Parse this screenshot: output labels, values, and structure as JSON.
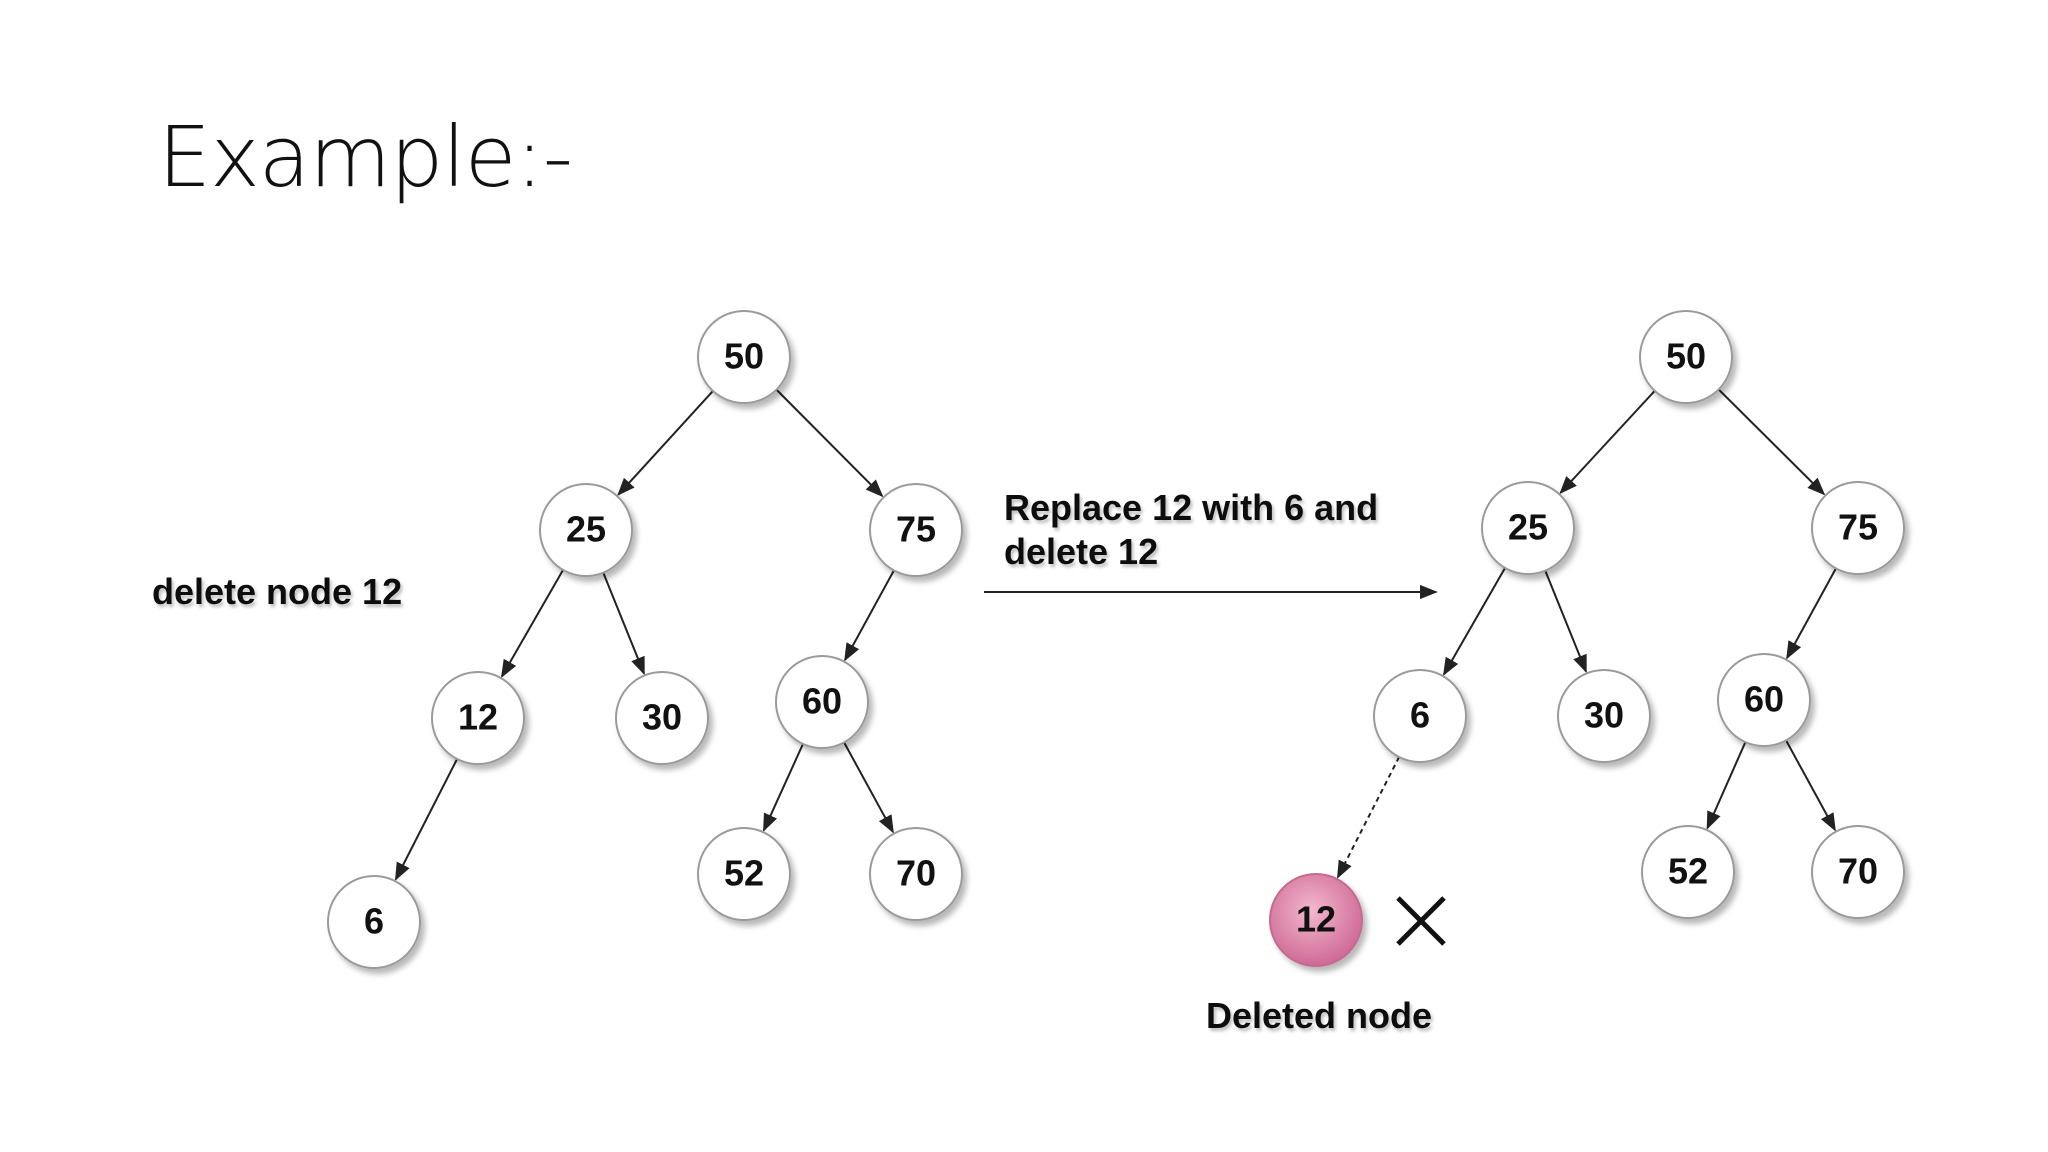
{
  "title": "Example:-",
  "left_label": "delete node 12",
  "transition_label_lines": [
    "Replace 12 with 6 and",
    "delete 12"
  ],
  "deleted_label": "Deleted node",
  "colors": {
    "node_fill": "#ffffff",
    "node_stroke": "#9a9a9a",
    "deleted_fill": "#d77aa0",
    "edge": "#222222",
    "text": "#111111"
  },
  "trees": [
    {
      "name": "before",
      "nodes": [
        {
          "id": "b50",
          "label": "50"
        },
        {
          "id": "b25",
          "label": "25"
        },
        {
          "id": "b75",
          "label": "75"
        },
        {
          "id": "b12",
          "label": "12"
        },
        {
          "id": "b30",
          "label": "30"
        },
        {
          "id": "b60",
          "label": "60"
        },
        {
          "id": "b6",
          "label": "6"
        },
        {
          "id": "b52",
          "label": "52"
        },
        {
          "id": "b70",
          "label": "70"
        }
      ],
      "edges": [
        {
          "from": "b50",
          "to": "b25"
        },
        {
          "from": "b50",
          "to": "b75"
        },
        {
          "from": "b25",
          "to": "b12"
        },
        {
          "from": "b25",
          "to": "b30"
        },
        {
          "from": "b75",
          "to": "b60"
        },
        {
          "from": "b12",
          "to": "b6"
        },
        {
          "from": "b60",
          "to": "b52"
        },
        {
          "from": "b60",
          "to": "b70"
        }
      ]
    },
    {
      "name": "after",
      "nodes": [
        {
          "id": "a50",
          "label": "50"
        },
        {
          "id": "a25",
          "label": "25"
        },
        {
          "id": "a75",
          "label": "75"
        },
        {
          "id": "a6",
          "label": "6"
        },
        {
          "id": "a30",
          "label": "30"
        },
        {
          "id": "a60",
          "label": "60"
        },
        {
          "id": "a52",
          "label": "52"
        },
        {
          "id": "a70",
          "label": "70"
        },
        {
          "id": "a12",
          "label": "12",
          "deleted": true
        }
      ],
      "edges": [
        {
          "from": "a50",
          "to": "a25"
        },
        {
          "from": "a50",
          "to": "a75"
        },
        {
          "from": "a25",
          "to": "a6"
        },
        {
          "from": "a25",
          "to": "a30"
        },
        {
          "from": "a75",
          "to": "a60"
        },
        {
          "from": "a60",
          "to": "a52"
        },
        {
          "from": "a60",
          "to": "a70"
        },
        {
          "from": "a6",
          "to": "a12",
          "dashed": true
        }
      ]
    }
  ]
}
